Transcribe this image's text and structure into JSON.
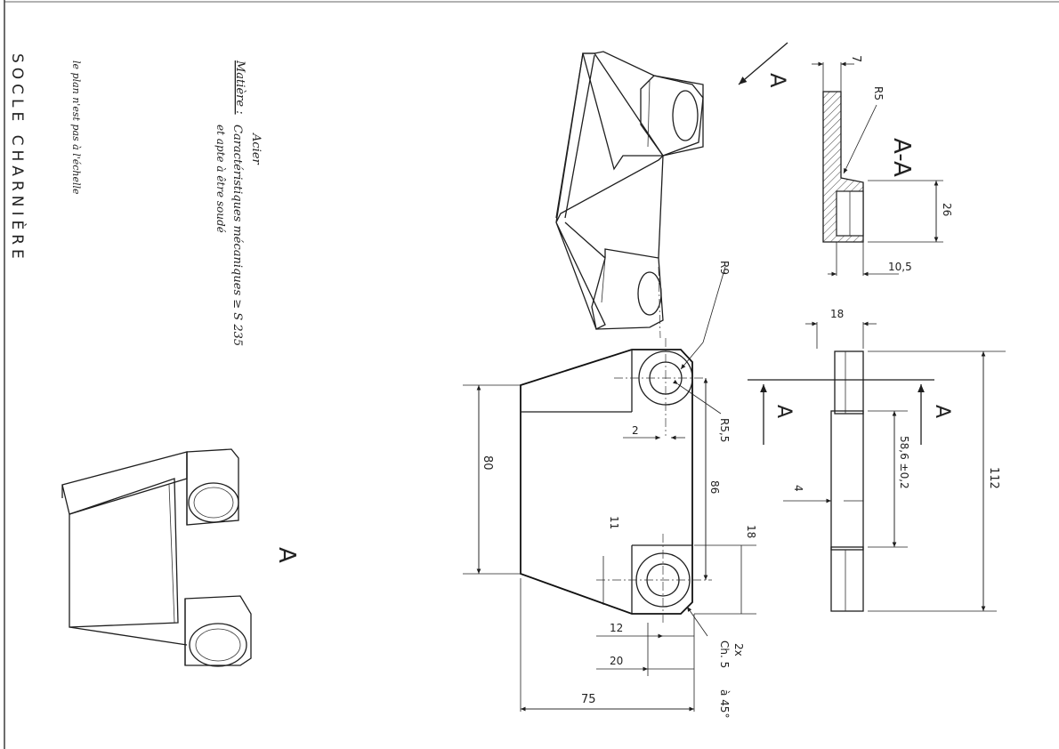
{
  "title": {
    "text": "SOCLE CHARNIÈRE"
  },
  "notes": {
    "scale_note": "le plan n'est pas à l'échelle",
    "material_label": "Matière :",
    "material_name": "Acier",
    "material_spec": "Caractéristiques mécaniques ≥ S 235",
    "material_state": "et apte à être soudé"
  },
  "views": {
    "view_letter": "A",
    "section_label": "A-A",
    "cut_letter": "A"
  },
  "dimensions": {
    "d7": "7",
    "r5": "R5",
    "d26": "26",
    "d10_5": "10,5",
    "d18_top": "18",
    "d112": "112",
    "d58_6": "58,6 ±0,2",
    "d4": "4",
    "r9": "R9",
    "r5_5": "R5,5",
    "d2": "2",
    "d80": "80",
    "d86": "86",
    "d11": "11",
    "d18_side": "18",
    "d12": "12",
    "d20": "20",
    "d75": "75",
    "d2x": "2x",
    "chamfer": "Ch. 5",
    "chamfer_angle": "à 45°"
  },
  "colors": {
    "ink": "#1e1e1e",
    "paper": "#ffffff"
  }
}
